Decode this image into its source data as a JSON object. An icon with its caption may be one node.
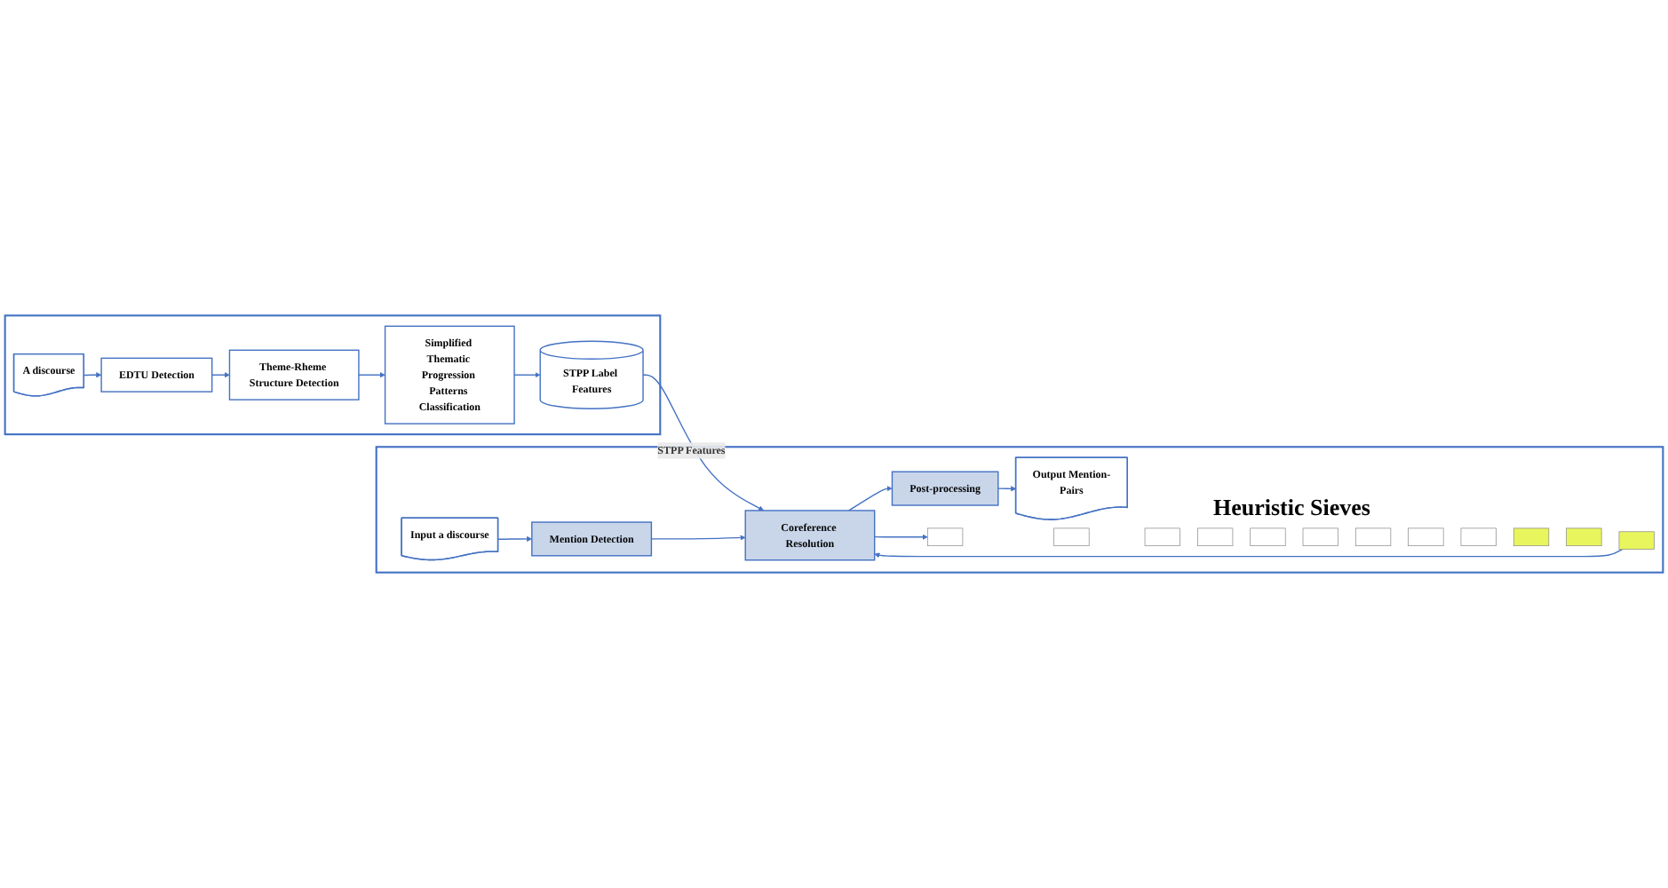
{
  "diagram": {
    "nodes": [
      {
        "text": [],
        "shape": "box"
      },
      {
        "text": [
          "A discourse"
        ],
        "in": 0
      },
      {
        "text": [
          "EDTU Detection"
        ],
        "in": 0
      },
      {
        "text": [
          "Theme-Rheme Structure Detection"
        ],
        "in": 0
      },
      {
        "text": [
          "Simplified Thematic Progression Patterns Classification"
        ],
        "in": 0
      },
      {
        "text": [
          "STPP Label Features"
        ],
        "in": 0
      },
      {
        "text": [],
        "shape": "box"
      },
      {
        "text": [
          "Input a discourse"
        ],
        "in": 6
      },
      {
        "text": [
          "Mention Detection"
        ],
        "in": 6
      },
      {
        "text": [
          "Coreference Resolution"
        ],
        "in": 6
      },
      {
        "text": [
          "Post-processing"
        ],
        "in": 6
      },
      {
        "text": [
          "Output Mention-Pairs"
        ],
        "in": 6
      },
      {
        "text": [],
        "shape": "box",
        "in": 6
      },
      {
        "text": [],
        "shape": "box",
        "in": 6
      },
      {
        "text": [],
        "shape": "box",
        "in": 6
      },
      {
        "text": [],
        "shape": "box",
        "in": 6
      },
      {
        "text": [],
        "shape": "box",
        "in": 6
      },
      {
        "text": [],
        "shape": "box",
        "in": 6
      },
      {
        "text": [],
        "shape": "box",
        "in": 6
      },
      {
        "text": [],
        "shape": "box",
        "in": 6
      },
      {
        "text": [],
        "shape": "box",
        "in": 6
      },
      {
        "text": [],
        "shape": "box",
        "in": 6
      },
      {
        "text": [],
        "shape": "box",
        "in": 6
      },
      {
        "text": [],
        "shape": "box",
        "in": 6
      }
    ],
    "edges": [
      {
        "from": 1,
        "to": 2,
        "arrow": "to"
      },
      {
        "from": 2,
        "to": 3,
        "arrow": "to"
      },
      {
        "from": 3,
        "to": 4,
        "arrow": "to"
      },
      {
        "from": 4,
        "to": 5,
        "arrow": "to"
      },
      {
        "from": 5,
        "to": 9,
        "arrow": "to",
        "label": "STPP Features"
      },
      {
        "from": 7,
        "to": 8,
        "arrow": "to"
      },
      {
        "from": 8,
        "to": 9,
        "arrow": "to"
      },
      {
        "from": 9,
        "to": 10,
        "arrow": "to"
      },
      {
        "from": 10,
        "to": 11,
        "arrow": "to"
      },
      {
        "from": 9,
        "to": 12,
        "arrow": "to"
      },
      {
        "from": 23,
        "to": 9,
        "arrow": "to"
      }
    ],
    "labels": [
      "Heuristic Sieves"
    ]
  }
}
